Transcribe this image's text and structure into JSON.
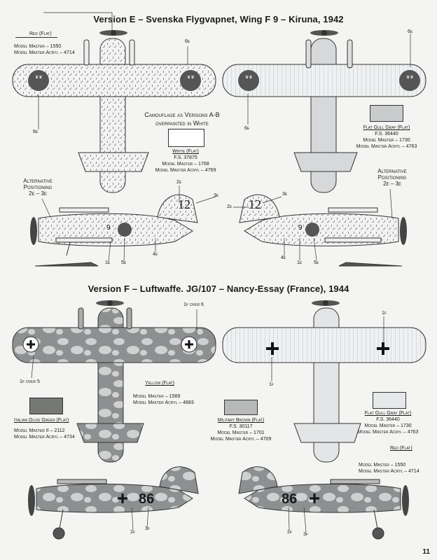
{
  "page_number": "11",
  "colors": {
    "swatch_red": "#ffffff",
    "white_flat": "#ffffff",
    "flat_gull_gray": "#c9cbcc",
    "italian_olive_green": "#767874",
    "yellow_flat": "#ffffff",
    "military_brown": "#b7b8b8",
    "roundel_blue": "#555555",
    "camo_dark": "#777a7a",
    "camo_light": "#cfd1d1"
  },
  "version_e": {
    "heading": "Version E – Svenska Flygvapnet, Wing F 9 – Kiruna, 1942",
    "red_title": "Red (Flat)",
    "red_mm": "Model Master – 1550",
    "red_acryl": "Model Master Acryl – 4714",
    "note_line1": "Camouflage as Versions A-B",
    "note_line2": "overpainted in White",
    "white_title": "White (Flat)",
    "white_fs": "F.S. 37875",
    "white_mm": "Model Master – 1768",
    "white_acryl": "Model Master Acryl – 4769",
    "gray_title": "Flat Gull Gray (Flat)",
    "gray_fs": "F.S. 36440",
    "gray_mm": "Model Master – 1730",
    "gray_acryl": "Model Master Acryl – 4763",
    "alt_left_1": "Alternative",
    "alt_left_2": "Positioning",
    "alt_left_3": "2e – 3e",
    "alt_right_1": "Alternative",
    "alt_right_2": "Positioning",
    "alt_right_3": "2e – 3e",
    "c_6e_tl": "6e",
    "c_6e_bl": "6e",
    "c_6e_tr": "6e",
    "c_6e_br": "6e",
    "c_2e_l": "2e",
    "c_3e_l": "3e",
    "c_4e_l": "4e",
    "c_1e_l": "1e",
    "c_5e_l": "5e",
    "c_3e_r": "3e",
    "c_2e_r": "2e",
    "c_4e_r": "4e",
    "c_1e_r": "1e",
    "c_5e_r": "5e",
    "tail_num": "12",
    "fus_num": "9"
  },
  "version_f": {
    "heading": "Version F – Luftwaffe. JG/107 – Nancy-Essay (France), 1944",
    "c_1f_over_6": "1f over 6",
    "c_1f_over_5": "1f over 5",
    "c_1f_r1": "1f",
    "c_1f_r2": "1f",
    "yellow_title": "Yellow (Flat)",
    "yellow_mm": "Model Master – 1569",
    "yellow_acryl": "Model Master Acryl – 4683",
    "olive_title": "Italian Olive Green (Flat)",
    "olive_mm": "Model Master II – 2112",
    "olive_acryl": "Model Master Acryl – 4734",
    "brown_title": "Military Brown (Flat)",
    "brown_fs": "F.S. 30117",
    "brown_mm": "Model Master – 1701",
    "brown_acryl": "Model Master Acryl – 4709",
    "gray_title": "Flat Gull Gray (Flat)",
    "gray_fs": "F.S. 36440",
    "gray_mm": "Model Master – 1730",
    "gray_acryl": "Model Master Acryl – 4763",
    "red_title": "Red (Flat)",
    "red_mm": "Model Master – 1550",
    "red_acryl": "Model Master Acryl – 4714",
    "c_2f_l": "2f",
    "c_3f_l": "3f",
    "c_2f_r": "2f",
    "c_3f_r": "3f",
    "fus_code": "86"
  }
}
